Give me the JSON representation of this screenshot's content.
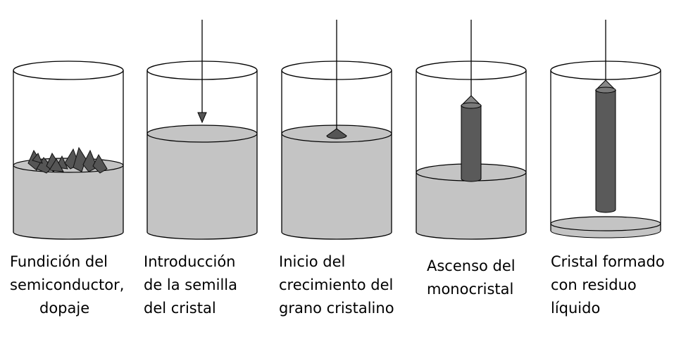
{
  "colors": {
    "melt": "#c4c4c4",
    "crystal": "#5a5a5a",
    "crystal_top": "#888888",
    "outline": "#000000",
    "background": "#ffffff"
  },
  "steps": [
    {
      "caption": [
        "Fundición del",
        "semiconductor,",
        "dopaje"
      ]
    },
    {
      "caption": [
        "Introducción",
        "de la semilla",
        "del cristal"
      ]
    },
    {
      "caption": [
        "Inicio del",
        "crecimiento del",
        "grano cristalino"
      ]
    },
    {
      "caption": [
        "Ascenso del",
        "monocristal"
      ]
    },
    {
      "caption": [
        "Cristal formado",
        "con residuo",
        "líquido"
      ]
    }
  ]
}
